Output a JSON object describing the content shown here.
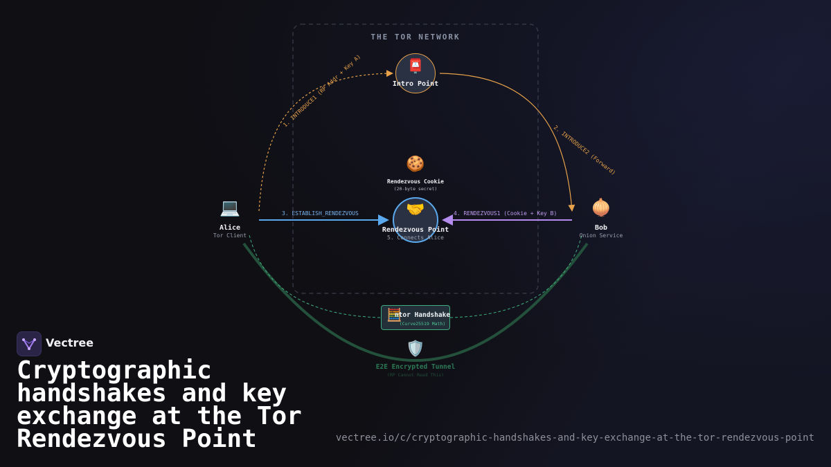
{
  "network": {
    "title": "THE TOR NETWORK"
  },
  "nodes": {
    "intro": {
      "icon": "📮",
      "label": "Intro Point"
    },
    "cookie": {
      "icon": "🍪",
      "label": "Rendezvous Cookie",
      "sub": "(20-byte secret)"
    },
    "rendezvous": {
      "icon": "🤝",
      "label": "Rendezvous Point",
      "sub": "5. Connects Alice"
    },
    "alice": {
      "icon": "💻",
      "label": "Alice",
      "sub": "Tor Client"
    },
    "bob": {
      "icon": "🧅",
      "label": "Bob",
      "sub": "Onion Service"
    },
    "ntor": {
      "icon": "🧮",
      "label": "ntor Handshake",
      "sub": "(Curve25519 Math)"
    },
    "tunnel": {
      "icon": "🛡️",
      "label": "E2E Encrypted Tunnel",
      "sub": "(RP Cannot Read This)"
    }
  },
  "arrows": {
    "introduce1": "1. INTRODUCE1 (RP Addr + Key A)",
    "introduce2": "2. INTRODUCE2 (Forward)",
    "establish": "3. ESTABLISH_RENDEZVOUS",
    "rendezvous1": "4. RENDEZVOUS1 (Cookie + Key B)"
  },
  "colors": {
    "orange": "#e7a24a",
    "blue": "#5aa9ee",
    "purple": "#b48cf0",
    "green": "#3fae7f",
    "tunnel": "#24513c"
  },
  "brand": {
    "name": "Vectree",
    "icon": "vectree-logo-icon"
  },
  "headline": "Cryptographic handshakes and key exchange at the Tor Rendezvous Point",
  "url": "vectree.io/c/cryptographic-handshakes-and-key-exchange-at-the-tor-rendezvous-point"
}
